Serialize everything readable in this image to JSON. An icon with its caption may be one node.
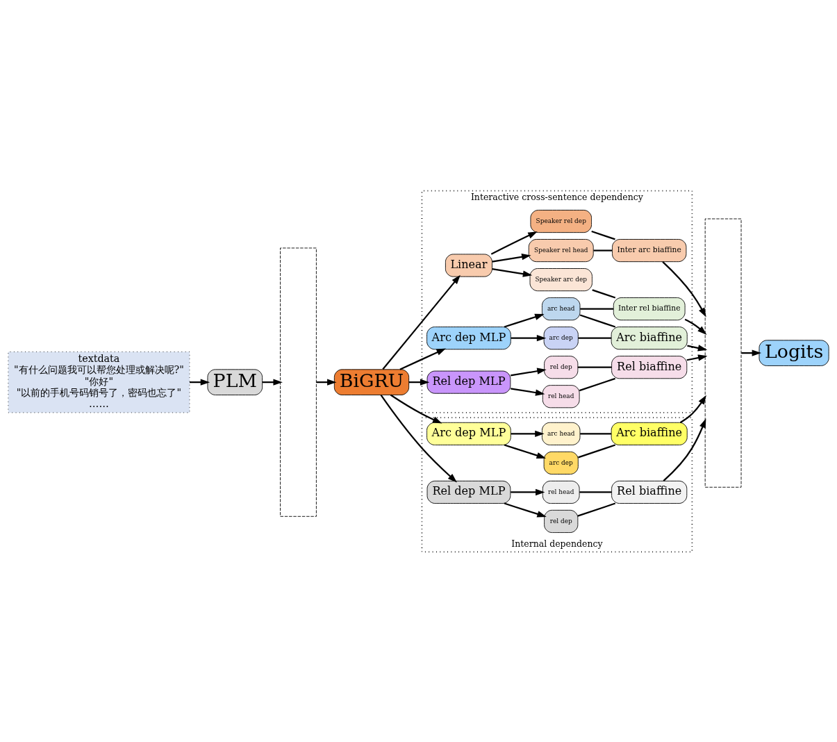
{
  "diagram": {
    "nodes": [
      {
        "text": [
          "textdata",
          "\"有什么问题我可以帮您处理或解决呢?\"",
          "\"你好\"",
          "\"以前的手机号码销号了，密码也忘了\"",
          "……"
        ]
      },
      {
        "text": [
          "PLM"
        ]
      },
      {
        "text": [],
        "shape": "box"
      },
      {
        "text": [
          "BiGRU"
        ]
      },
      {
        "text": [
          "Interactive cross-sentence dependency"
        ]
      },
      {
        "text": [
          "Linear"
        ],
        "in": 4
      },
      {
        "text": [
          "Speaker rel dep"
        ],
        "in": 4
      },
      {
        "text": [
          "Speaker rel head"
        ],
        "in": 4
      },
      {
        "text": [
          "Speaker arc dep"
        ],
        "in": 4
      },
      {
        "text": [
          "Inter arc biaffine"
        ],
        "in": 4
      },
      {
        "text": [
          "Inter rel biaffine"
        ],
        "in": 4
      },
      {
        "text": [
          "Arc dep MLP"
        ],
        "in": 4
      },
      {
        "text": [
          "arc head"
        ],
        "in": 4
      },
      {
        "text": [
          "arc dep"
        ],
        "in": 4
      },
      {
        "text": [
          "Arc biaffine"
        ],
        "in": 4
      },
      {
        "text": [
          "Rel dep MLP"
        ],
        "in": 4
      },
      {
        "text": [
          "rel dep"
        ],
        "in": 4
      },
      {
        "text": [
          "rel head"
        ],
        "in": 4
      },
      {
        "text": [
          "Rel biaffine"
        ],
        "in": 4
      },
      {
        "text": [
          "Internal dependency"
        ]
      },
      {
        "text": [
          "Arc dep MLP"
        ],
        "in": 19
      },
      {
        "text": [
          "arc dep"
        ],
        "in": 19
      },
      {
        "text": [
          "arc head"
        ],
        "in": 19
      },
      {
        "text": [
          "Arc biaffine"
        ],
        "in": 19
      },
      {
        "text": [
          "Rel dep MLP"
        ],
        "in": 19
      },
      {
        "text": [
          "rel dep"
        ],
        "in": 19
      },
      {
        "text": [
          "rel head"
        ],
        "in": 19
      },
      {
        "text": [
          "Rel biaffine"
        ],
        "in": 19
      },
      {
        "text": [],
        "shape": "box"
      },
      {
        "text": [
          "Logits"
        ]
      }
    ],
    "edges": [
      {
        "from": 0,
        "to": 1,
        "arrow": "to"
      },
      {
        "from": 1,
        "to": 2,
        "arrow": "to"
      },
      {
        "from": 2,
        "to": 3,
        "arrow": "to"
      },
      {
        "from": 3,
        "to": 5,
        "arrow": "to"
      },
      {
        "from": 3,
        "to": 11,
        "arrow": "to"
      },
      {
        "from": 3,
        "to": 15,
        "arrow": "to"
      },
      {
        "from": 3,
        "to": 20,
        "arrow": "to"
      },
      {
        "from": 3,
        "to": 24,
        "arrow": "to"
      },
      {
        "from": 5,
        "to": 6,
        "arrow": "to"
      },
      {
        "from": 5,
        "to": 7,
        "arrow": "to"
      },
      {
        "from": 5,
        "to": 8,
        "arrow": "to"
      },
      {
        "from": 6,
        "to": 9,
        "arrow": "none"
      },
      {
        "from": 7,
        "to": 9,
        "arrow": "none"
      },
      {
        "from": 8,
        "to": 10,
        "arrow": "none"
      },
      {
        "from": 11,
        "to": 12,
        "arrow": "to"
      },
      {
        "from": 11,
        "to": 13,
        "arrow": "to"
      },
      {
        "from": 12,
        "to": 14,
        "arrow": "none"
      },
      {
        "from": 12,
        "to": 10,
        "arrow": "none"
      },
      {
        "from": 13,
        "to": 14,
        "arrow": "none"
      },
      {
        "from": 15,
        "to": 16,
        "arrow": "to"
      },
      {
        "from": 15,
        "to": 17,
        "arrow": "to"
      },
      {
        "from": 16,
        "to": 18,
        "arrow": "none"
      },
      {
        "from": 17,
        "to": 18,
        "arrow": "none"
      },
      {
        "from": 20,
        "to": 21,
        "arrow": "to"
      },
      {
        "from": 20,
        "to": 22,
        "arrow": "to"
      },
      {
        "from": 21,
        "to": 23,
        "arrow": "none"
      },
      {
        "from": 22,
        "to": 23,
        "arrow": "none"
      },
      {
        "from": 24,
        "to": 25,
        "arrow": "to"
      },
      {
        "from": 24,
        "to": 26,
        "arrow": "to"
      },
      {
        "from": 25,
        "to": 27,
        "arrow": "none"
      },
      {
        "from": 26,
        "to": 27,
        "arrow": "none"
      },
      {
        "from": 9,
        "to": 28,
        "arrow": "to"
      },
      {
        "from": 10,
        "to": 28,
        "arrow": "to"
      },
      {
        "from": 14,
        "to": 28,
        "arrow": "to"
      },
      {
        "from": 18,
        "to": 28,
        "arrow": "to"
      },
      {
        "from": 23,
        "to": 28,
        "arrow": "to"
      },
      {
        "from": 27,
        "to": 28,
        "arrow": "to"
      },
      {
        "from": 28,
        "to": 29,
        "arrow": "to"
      }
    ]
  }
}
